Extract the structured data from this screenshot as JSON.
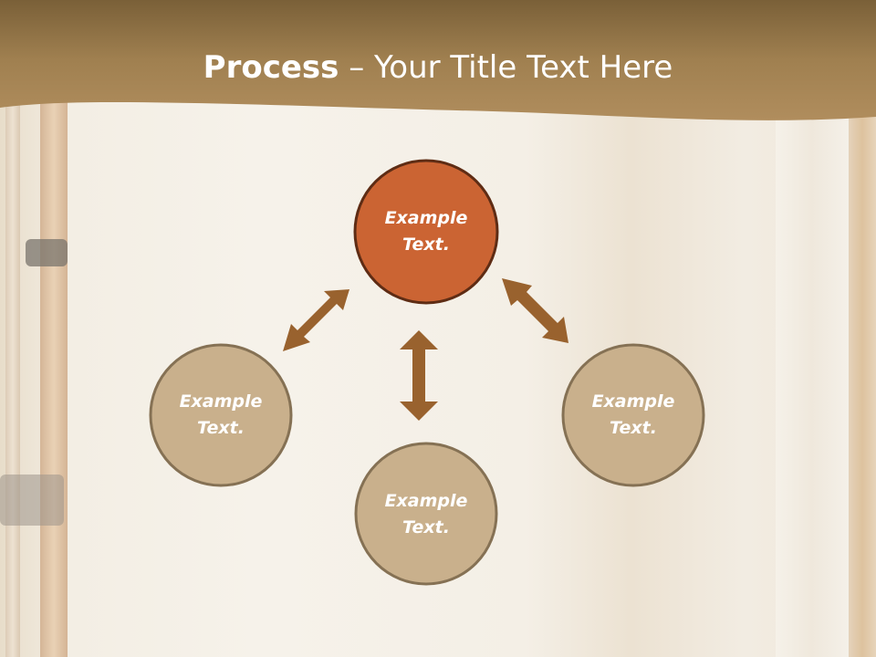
{
  "title": {
    "bold": "Process",
    "separator": " – ",
    "rest": "Your Title Text Here"
  },
  "colors": {
    "header_band": "#a88554",
    "center_fill": "#cb6433",
    "center_stroke": "#5e2c14",
    "node_fill": "#c9b08c",
    "node_stroke": "#857154",
    "arrow": "#99622e"
  },
  "nodes": [
    {
      "id": "top",
      "line1": "Example",
      "line2": "Text.",
      "highlight": true
    },
    {
      "id": "left",
      "line1": "Example",
      "line2": "Text.",
      "highlight": false
    },
    {
      "id": "bottom",
      "line1": "Example",
      "line2": "Text.",
      "highlight": false
    },
    {
      "id": "right",
      "line1": "Example",
      "line2": "Text.",
      "highlight": false
    }
  ],
  "arrows": [
    {
      "from": "top",
      "to": "left",
      "icon": "double-arrow-icon"
    },
    {
      "from": "top",
      "to": "bottom",
      "icon": "double-arrow-icon"
    },
    {
      "from": "top",
      "to": "right",
      "icon": "double-arrow-icon"
    }
  ]
}
